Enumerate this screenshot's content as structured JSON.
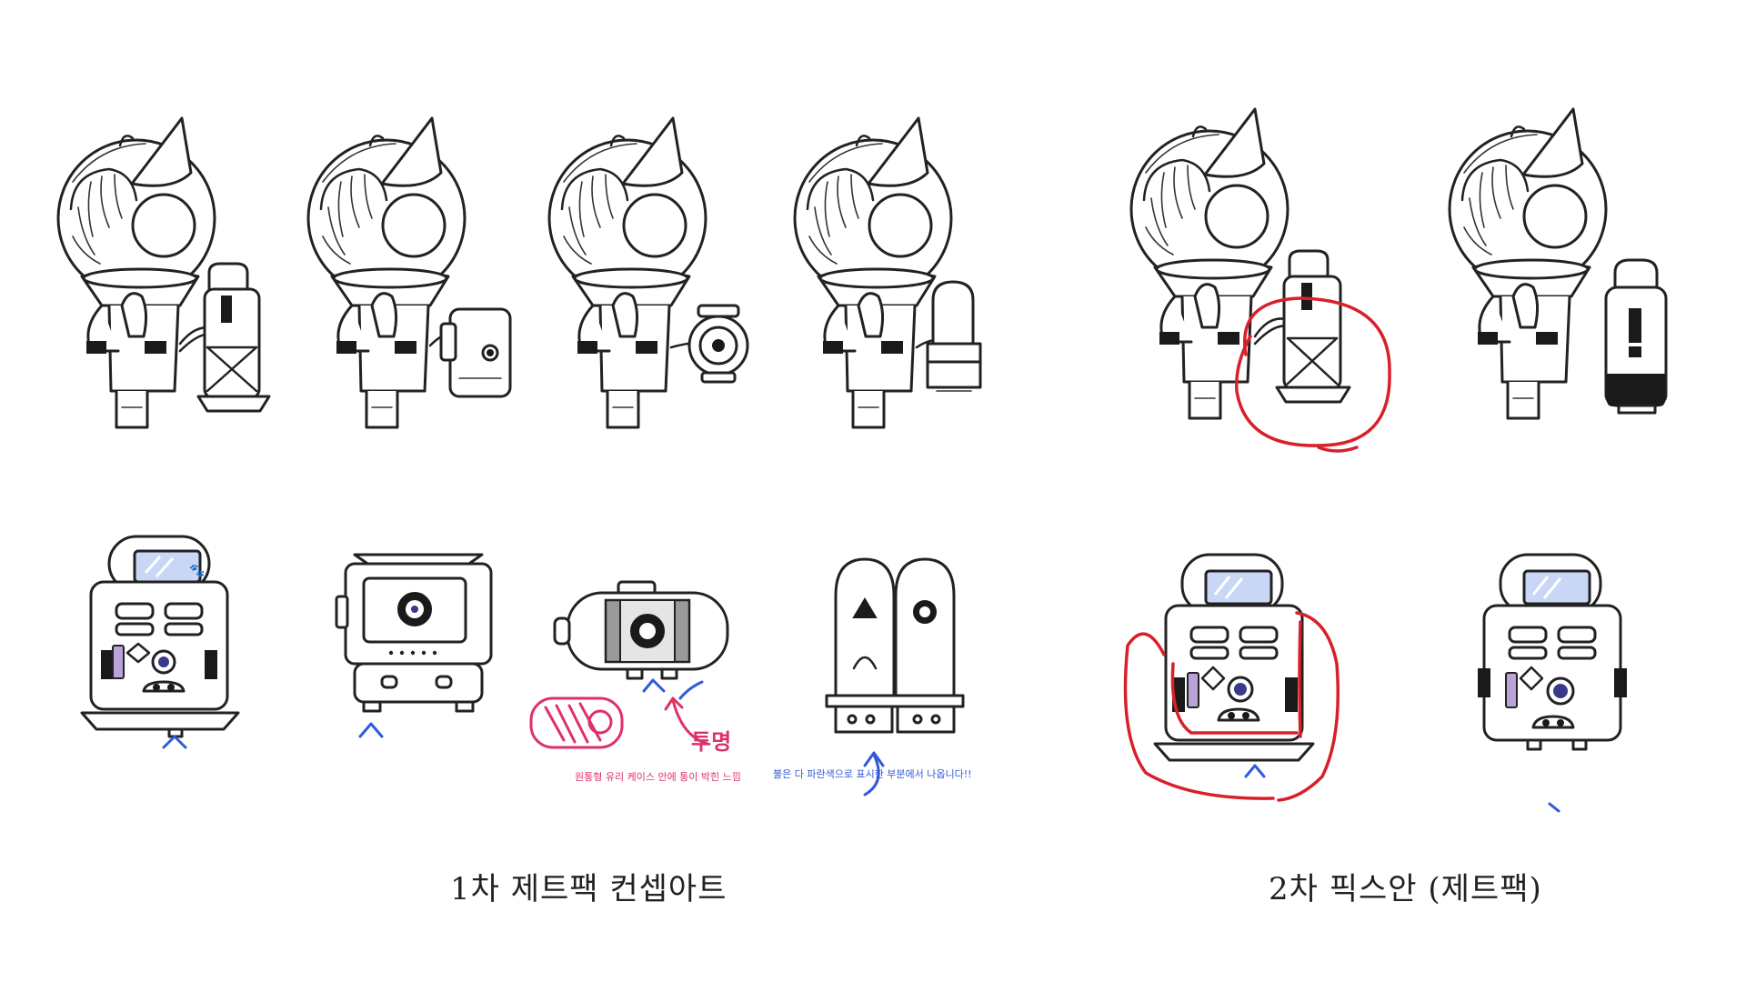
{
  "captions": {
    "first_round": "1차 제트팩 컨셉아트",
    "second_round": "2차 픽스안 (제트팩)"
  },
  "notes": {
    "transparent": "투명",
    "glass_case": "원통형 유리 케이스 안에 통이 박힌 느낌",
    "fire_note": "불은 다 파란색으로 표시한 부분에서 나옵니다!!"
  },
  "colors": {
    "ink": "#222222",
    "arrow_blue": "#2f5bd8",
    "fix_red": "#d8202a",
    "note_pink": "#e0306a",
    "glass_blue": "#c9d6f6"
  }
}
